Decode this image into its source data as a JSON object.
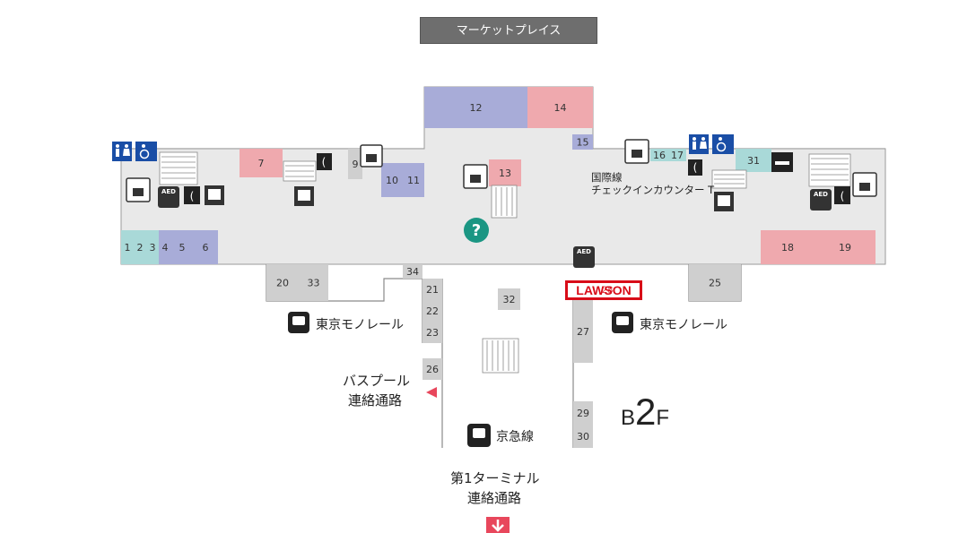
{
  "header": {
    "marketplace": "マーケットプレイス"
  },
  "floor": {
    "prefix": "B",
    "number": "2",
    "suffix": "F"
  },
  "lawson": {
    "label": "LAWSON",
    "shop_no": "28"
  },
  "labels": {
    "monorail": "東京モノレール",
    "keikyu": "京急線",
    "bus_pool": "バスプール",
    "connecting_passage": "連絡通路",
    "terminal1": "第1ターミナル",
    "intl_line": "国際線",
    "checkin": "チェックインカウンター T"
  },
  "shops": [
    {
      "no": "1",
      "c": "teal"
    },
    {
      "no": "2",
      "c": "teal"
    },
    {
      "no": "3",
      "c": "teal"
    },
    {
      "no": "4",
      "c": "blue"
    },
    {
      "no": "5",
      "c": "blue"
    },
    {
      "no": "6",
      "c": "blue"
    },
    {
      "no": "7",
      "c": "pink"
    },
    {
      "no": "9",
      "c": "gray"
    },
    {
      "no": "10",
      "c": "blue"
    },
    {
      "no": "11",
      "c": "blue"
    },
    {
      "no": "12",
      "c": "blue"
    },
    {
      "no": "13",
      "c": "pink"
    },
    {
      "no": "14",
      "c": "pink"
    },
    {
      "no": "15",
      "c": "blue"
    },
    {
      "no": "16",
      "c": "teal"
    },
    {
      "no": "17",
      "c": "teal"
    },
    {
      "no": "18",
      "c": "pink"
    },
    {
      "no": "19",
      "c": "pink"
    },
    {
      "no": "20",
      "c": "gray"
    },
    {
      "no": "21",
      "c": "gray"
    },
    {
      "no": "22",
      "c": "gray"
    },
    {
      "no": "23",
      "c": "gray"
    },
    {
      "no": "25",
      "c": "gray"
    },
    {
      "no": "26",
      "c": "gray"
    },
    {
      "no": "27",
      "c": "gray"
    },
    {
      "no": "29",
      "c": "gray"
    },
    {
      "no": "30",
      "c": "gray"
    },
    {
      "no": "31",
      "c": "teal"
    },
    {
      "no": "32",
      "c": "gray"
    },
    {
      "no": "33",
      "c": "gray"
    },
    {
      "no": "34",
      "c": "gray"
    }
  ],
  "colors": {
    "teal": "#a9d9d8",
    "blue": "#a8acd8",
    "pink": "#efa9ae",
    "gray": "#cfcfcf",
    "floor": "#e9e9e9",
    "icon_blue": "#1a4ea6",
    "info_green": "#1b9683",
    "lawson_red": "#d80c18",
    "arrow_red": "#e8475c"
  },
  "icons": [
    "restroom-icon",
    "wheelchair-icon",
    "elevator-icon",
    "phone-icon",
    "cart-icon",
    "aed-icon",
    "info-icon",
    "monorail-icon",
    "train-icon",
    "escalator-icon",
    "smoking-icon",
    "down-arrow-icon"
  ]
}
